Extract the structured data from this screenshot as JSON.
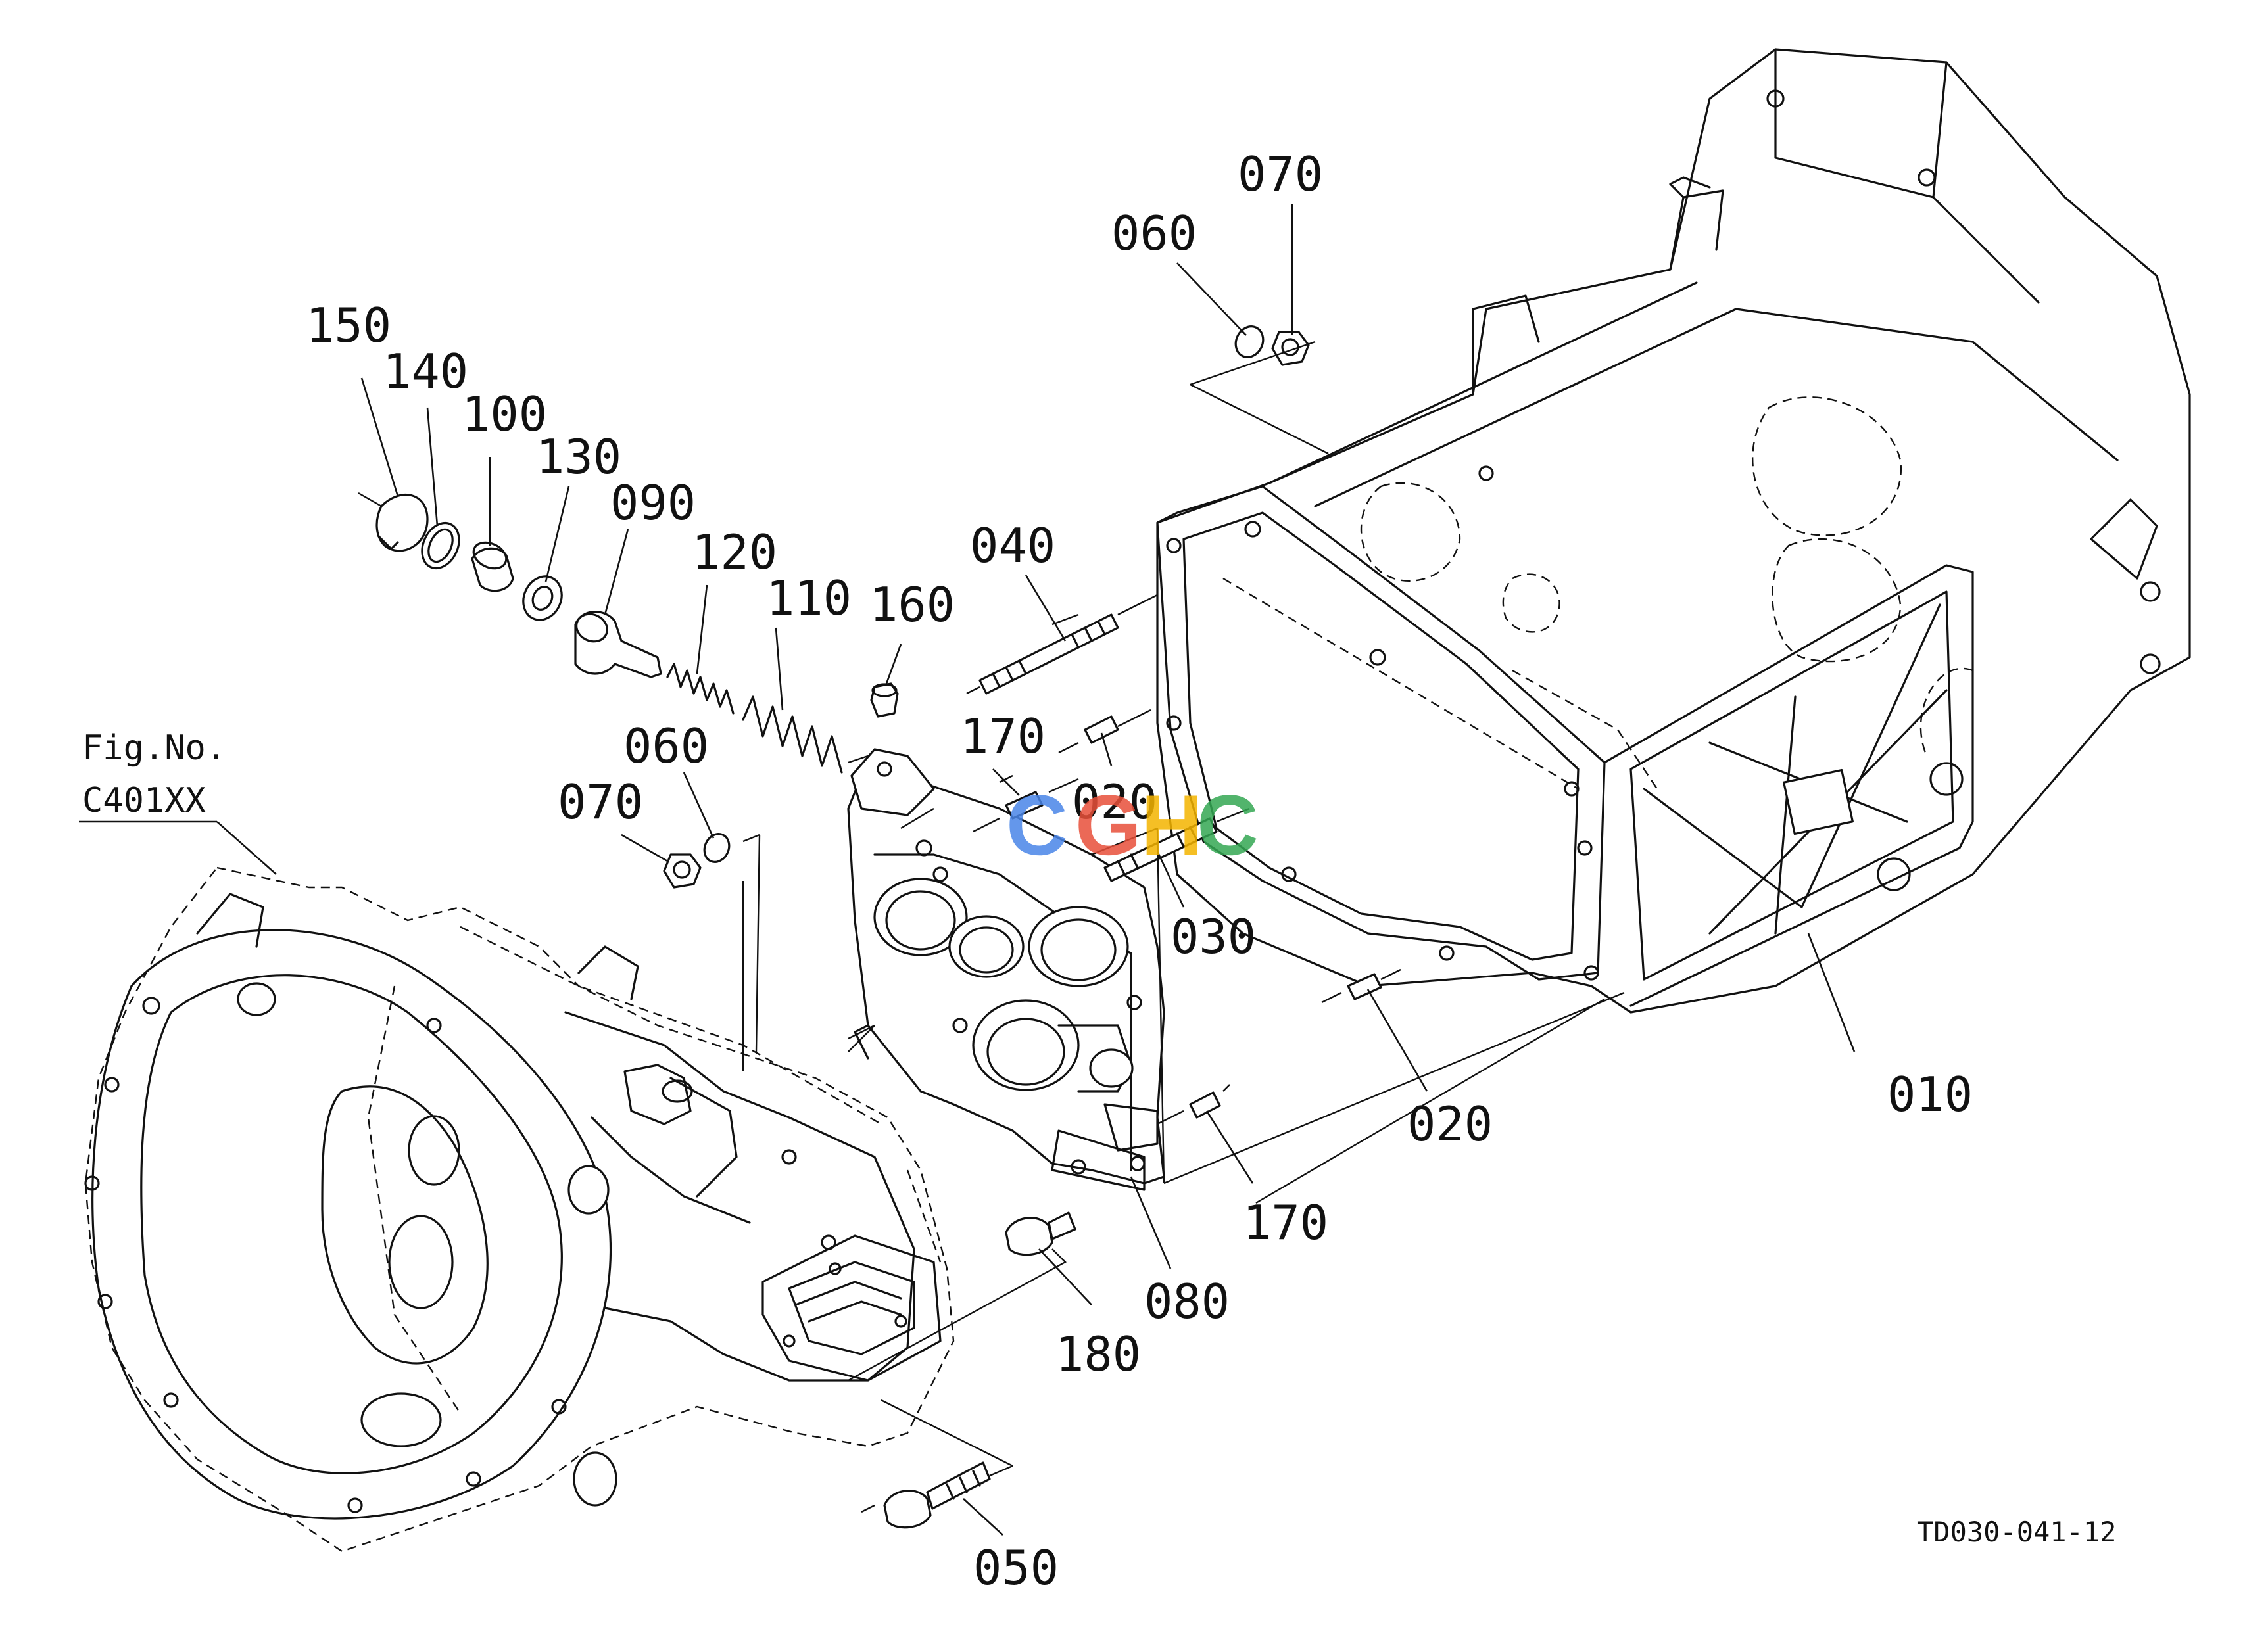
{
  "figure": {
    "reference_line1": "Fig.No.",
    "reference_line2": "C401XX",
    "drawing_code": "TD030-041-12"
  },
  "watermark": {
    "letters": [
      "C",
      "G",
      "H",
      "C"
    ],
    "colors": [
      "#4a86e8",
      "#e8503a",
      "#f4b400",
      "#34a853"
    ]
  },
  "callouts": [
    {
      "id": "c010",
      "text": "010"
    },
    {
      "id": "c020a",
      "text": "020"
    },
    {
      "id": "c020b",
      "text": "020"
    },
    {
      "id": "c030",
      "text": "030"
    },
    {
      "id": "c040",
      "text": "040"
    },
    {
      "id": "c050",
      "text": "050"
    },
    {
      "id": "c060a",
      "text": "060"
    },
    {
      "id": "c060b",
      "text": "060"
    },
    {
      "id": "c070a",
      "text": "070"
    },
    {
      "id": "c070b",
      "text": "070"
    },
    {
      "id": "c080",
      "text": "080"
    },
    {
      "id": "c090",
      "text": "090"
    },
    {
      "id": "c100",
      "text": "100"
    },
    {
      "id": "c110",
      "text": "110"
    },
    {
      "id": "c120",
      "text": "120"
    },
    {
      "id": "c130",
      "text": "130"
    },
    {
      "id": "c140",
      "text": "140"
    },
    {
      "id": "c150",
      "text": "150"
    },
    {
      "id": "c160",
      "text": "160"
    },
    {
      "id": "c170a",
      "text": "170"
    },
    {
      "id": "c170b",
      "text": "170"
    },
    {
      "id": "c180",
      "text": "180"
    }
  ]
}
